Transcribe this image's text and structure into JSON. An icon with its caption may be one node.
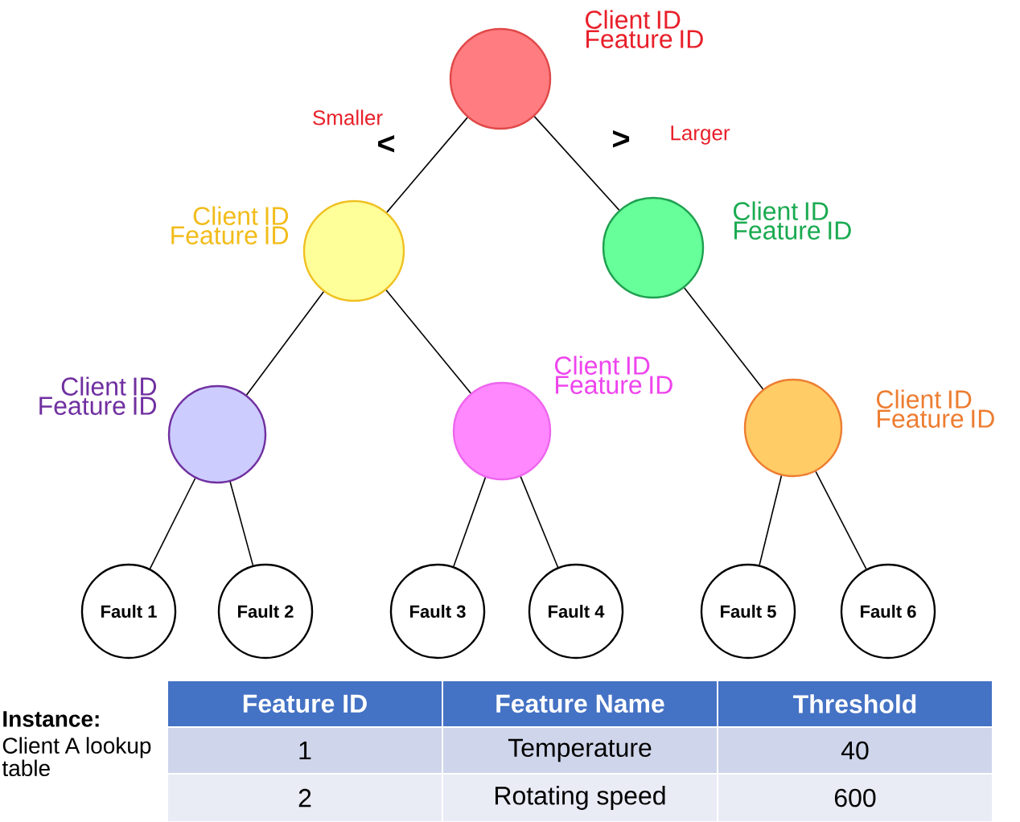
{
  "diagram": {
    "nodes": [
      {
        "text": [],
        "shape": "circle",
        "beside": [
          "Client ID Feature ID"
        ]
      },
      {
        "text": [],
        "shape": "circle",
        "beside": [
          "Client ID Feature ID"
        ]
      },
      {
        "text": [],
        "shape": "circle",
        "beside": [
          "Client ID Feature ID"
        ]
      },
      {
        "text": [],
        "shape": "circle",
        "beside": [
          "Client ID Feature ID"
        ]
      },
      {
        "text": [],
        "shape": "circle",
        "beside": [
          "Client ID Feature ID"
        ]
      },
      {
        "text": [],
        "shape": "circle",
        "beside": [
          "Client ID Feature ID"
        ]
      },
      {
        "text": [
          "Fault 1"
        ]
      },
      {
        "text": [
          "Fault 2"
        ]
      },
      {
        "text": [
          "Fault 3"
        ]
      },
      {
        "text": [
          "Fault 4"
        ]
      },
      {
        "text": [
          "Fault 5"
        ]
      },
      {
        "text": [
          "Fault 6"
        ]
      }
    ],
    "edges": [
      {
        "from": 0,
        "to": 1,
        "arrow": "none"
      },
      {
        "from": 0,
        "to": 2,
        "arrow": "none"
      },
      {
        "from": 1,
        "to": 3,
        "arrow": "none"
      },
      {
        "from": 1,
        "to": 4,
        "arrow": "none"
      },
      {
        "from": 2,
        "to": 5,
        "arrow": "none"
      },
      {
        "from": 3,
        "to": 6,
        "arrow": "none"
      },
      {
        "from": 3,
        "to": 7,
        "arrow": "none"
      },
      {
        "from": 4,
        "to": 8,
        "arrow": "none"
      },
      {
        "from": 4,
        "to": 9,
        "arrow": "none"
      },
      {
        "from": 5,
        "to": 10,
        "arrow": "none"
      },
      {
        "from": 5,
        "to": 11,
        "arrow": "none"
      }
    ],
    "labels": [
      "Smaller",
      "<",
      ">",
      "Larger",
      "Instance:",
      "Client A lookup table",
      "Feature ID",
      "Feature Name",
      "Threshold",
      "1",
      "Temperature",
      "40",
      "2",
      "Rotating speed",
      "600"
    ]
  }
}
